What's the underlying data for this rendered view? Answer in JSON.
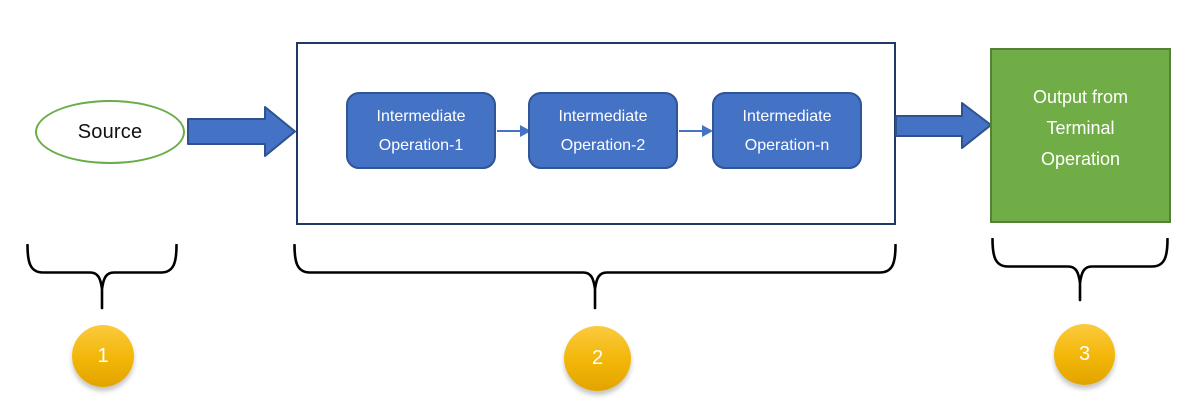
{
  "diagram": {
    "source": {
      "label": "Source"
    },
    "pipeline_box": {
      "operations": [
        {
          "label": "Intermediate Operation-1"
        },
        {
          "label": "Intermediate Operation-2"
        },
        {
          "label": "Intermediate Operation-n"
        }
      ]
    },
    "output_box": {
      "line1": "Output from",
      "line2": "Terminal",
      "line3": "Operation"
    },
    "stage_markers": [
      {
        "number": "1"
      },
      {
        "number": "2"
      },
      {
        "number": "3"
      }
    ],
    "colors": {
      "accent_blue_fill": "#4472C4",
      "accent_blue_border": "#2F5597",
      "container_border_navy": "#1F3864",
      "green_fill": "#70AD47",
      "green_border": "#548235",
      "source_ellipse_border": "#6AAD47",
      "marker_gold": "#F2B607",
      "brace_stroke": "#000000"
    }
  }
}
